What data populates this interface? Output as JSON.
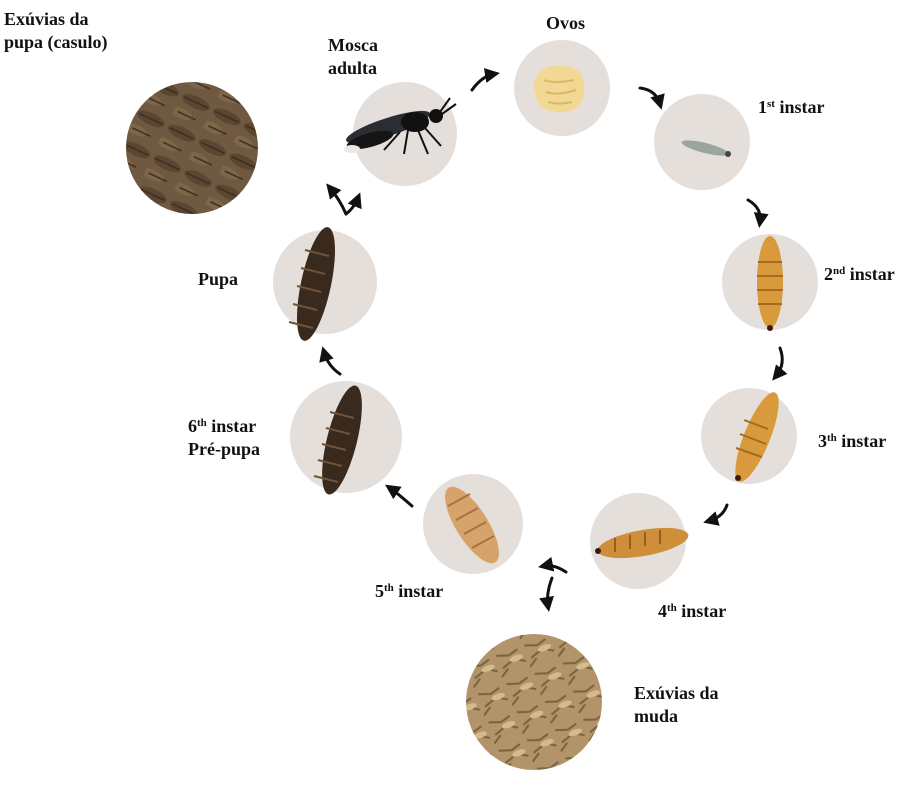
{
  "labels": {
    "pupal_exuviae": {
      "line1": "Exúvias da",
      "line2": "pupa (casulo)"
    },
    "adult": {
      "line1": "Mosca",
      "line2": "adulta"
    },
    "eggs": "Ovos",
    "instar1": {
      "num": "1",
      "sup": "st",
      "word": " instar"
    },
    "instar2": {
      "num": "2",
      "sup": "nd",
      "word": " instar"
    },
    "instar3": {
      "num": "3",
      "sup": "th",
      "word": " instar"
    },
    "instar4": {
      "num": "4",
      "sup": "th",
      "word": " instar"
    },
    "instar5": {
      "num": "5",
      "sup": "th",
      "word": " instar"
    },
    "instar6": {
      "num": "6",
      "sup": "th",
      "word": " instar",
      "line2": "Pré-pupa"
    },
    "pupa": "Pupa",
    "molt_exuviae": {
      "line1": "Exúvias da",
      "line2": "muda"
    }
  },
  "colors": {
    "stage_circle": "#e4dfdb",
    "arrow": "#111111",
    "larva_orange": "#d99a3c",
    "larva_dark": "#3a2a1e",
    "egg": "#f2d892",
    "exuviae": "#a8865a"
  }
}
